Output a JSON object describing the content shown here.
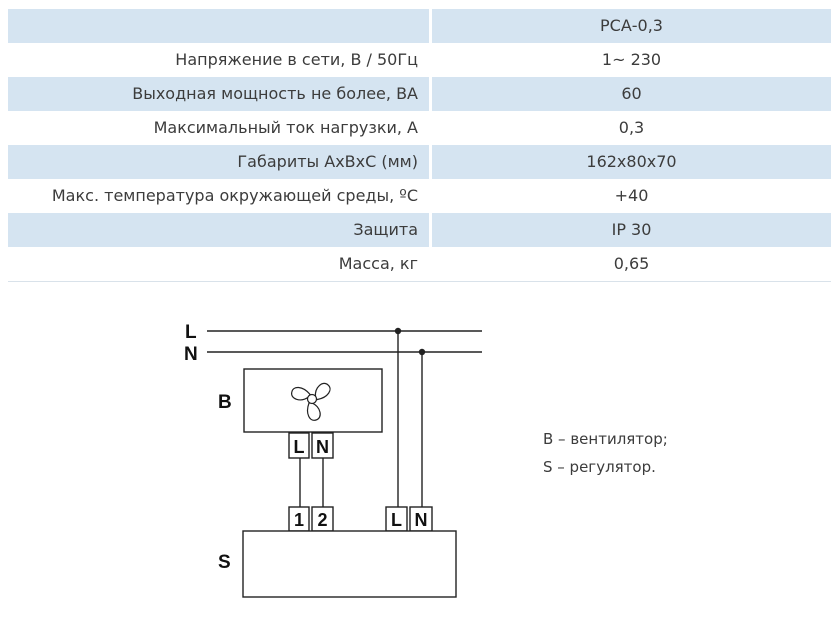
{
  "table": {
    "model": "РСА-0,3",
    "rows": [
      {
        "param": "Напряжение в сети, В / 50Гц",
        "value": "1~ 230"
      },
      {
        "param": "Выходная мощность не более, ВА",
        "value": "60"
      },
      {
        "param": "Максимальный ток нагрузки, А",
        "value": "0,3"
      },
      {
        "param": "Габариты АхВхС (мм)",
        "value": "162x80x70"
      },
      {
        "param": "Макс. температура окружающей среды, ºС",
        "value": "+40"
      },
      {
        "param": "Защита",
        "value": "IP 30"
      },
      {
        "param": "Масса, кг",
        "value": "0,65"
      }
    ]
  },
  "diagram": {
    "line_L_label": "L",
    "line_N_label": "N",
    "fan_block_label": "B",
    "regulator_block_label": "S",
    "fan_icon": "fan-icon",
    "fan_terminals": [
      "L",
      "N"
    ],
    "regulator_output_terminals": [
      "1",
      "2"
    ],
    "regulator_input_terminals": [
      "L",
      "N"
    ]
  },
  "legend": [
    "B – вентилятор;",
    "S – регулятор."
  ],
  "colors": {
    "row_stripe": "#d5e4f1",
    "text": "#3c3c3c",
    "ink": "#222222"
  }
}
